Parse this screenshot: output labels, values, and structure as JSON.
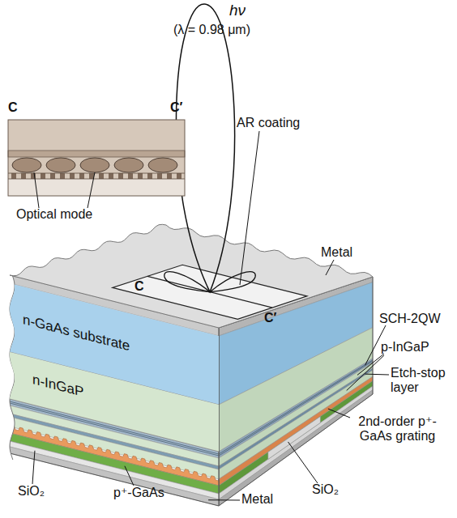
{
  "diagram": {
    "nodes": [
      {
        "text": [
          "n-GaAs substrate"
        ]
      },
      {
        "text": [
          "n-InGaP"
        ]
      }
    ],
    "labels": [
      "hν",
      "(λ = 0.98 μm)",
      "C",
      "C′",
      "AR coating",
      "Optical mode",
      "C",
      "C′",
      "Metal",
      "SCH-2QW",
      "p-InGaP",
      "Etch-stop layer",
      "2nd-order p⁺-GaAs grating",
      "SiO₂",
      "p⁺-GaAs",
      "Metal",
      "SiO₂"
    ]
  }
}
